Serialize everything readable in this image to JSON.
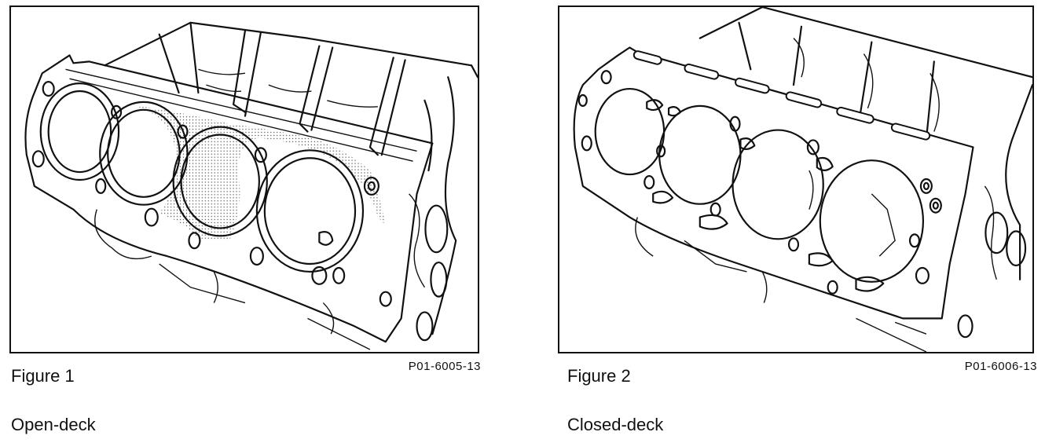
{
  "figures": [
    {
      "label": "Figure 1",
      "part_number": "P01-6005-13",
      "caption": "Open-deck"
    },
    {
      "label": "Figure 2",
      "part_number": "P01-6006-13",
      "caption": "Closed-deck"
    }
  ]
}
